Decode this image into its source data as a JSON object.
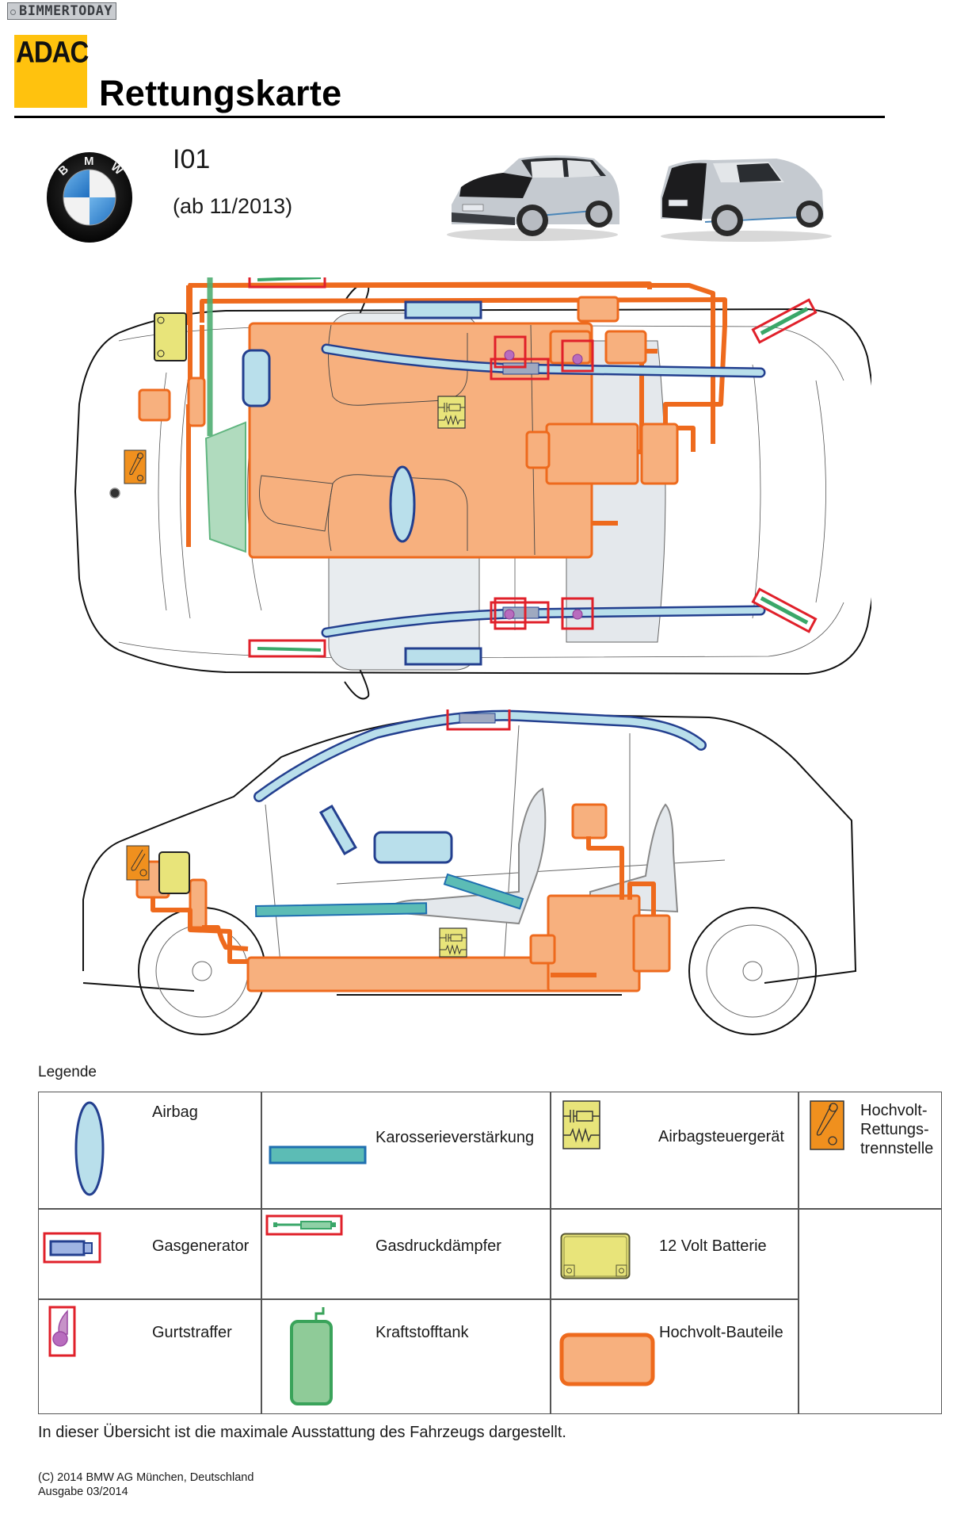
{
  "watermark": "BIMMERTODAY",
  "header": {
    "brand_logo_text": "ADAC",
    "title": "Rettungskarte",
    "brand_color": "#ffc20e"
  },
  "vehicle": {
    "make_logo": "BMW",
    "model": "I01",
    "since": "(ab 11/2013)",
    "photos": [
      "front-three-quarter-view",
      "rear-three-quarter-view"
    ]
  },
  "diagrams": {
    "top_view": "vehicle-top-view",
    "side_view": "vehicle-side-view"
  },
  "legend": {
    "title": "Legende",
    "items": [
      {
        "label": "Airbag",
        "icon": "airbag-icon",
        "color": "#b9dfeb",
        "stroke": "#233f8f"
      },
      {
        "label": "Karosserieverstärkung",
        "icon": "body-reinforcement-icon",
        "color": "#5cbcb5",
        "stroke": "#1f6fb0"
      },
      {
        "label": "Airbagsteuergerät",
        "icon": "airbag-control-unit-icon",
        "color": "#e8e47a",
        "stroke": "#333333"
      },
      {
        "label": "Hochvolt-\nRettungs-\ntrennstelle",
        "label_lines": [
          "Hochvolt-",
          "Rettungs-",
          "trennstelle"
        ],
        "icon": "high-voltage-disconnect-icon",
        "color": "#f0901e",
        "stroke": "#333333"
      },
      {
        "label": "Gasgenerator",
        "icon": "gas-generator-icon",
        "color": "#9fb4e3",
        "stroke": "#233f8f",
        "frame": "#e0202a"
      },
      {
        "label": "Gasdruckdämpfer",
        "icon": "gas-strut-icon",
        "color": "#3aa769",
        "frame": "#e0202a"
      },
      {
        "label": "12 Volt Batterie",
        "icon": "battery-12v-icon",
        "color": "#e8e47a",
        "stroke": "#555533"
      },
      {
        "label": "Gurtstraffer",
        "icon": "belt-tensioner-icon",
        "color": "#b86cbe",
        "frame": "#e0202a"
      },
      {
        "label": "Kraftstofftank",
        "icon": "fuel-tank-icon",
        "color": "#8fcb98",
        "stroke": "#3aa35a"
      },
      {
        "label": "Hochvolt-Bauteile",
        "icon": "high-voltage-component-icon",
        "color": "#f7b07e",
        "stroke": "#ee6a1d"
      }
    ]
  },
  "footer": {
    "note": "In dieser Übersicht ist die maximale Ausstattung des Fahrzeugs dargestellt.",
    "copyright": "(C) 2014 BMW AG München, Deutschland",
    "edition": "Ausgabe 03/2014"
  }
}
